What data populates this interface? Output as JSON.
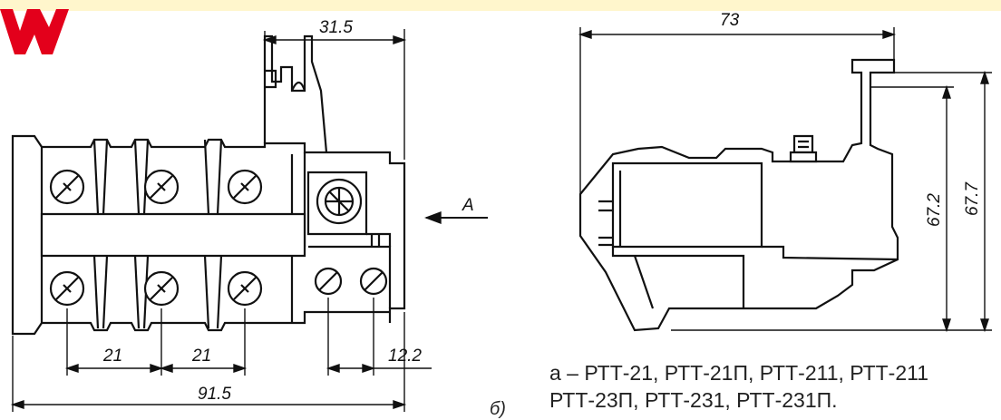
{
  "dimensions": {
    "top_width": "31.5",
    "pitch_1": "21",
    "pitch_2": "21",
    "terminal_offset": "12.2",
    "overall_width": "91.5",
    "side_width": "73",
    "height_inner": "67.2",
    "height_outer": "67.7"
  },
  "view_arrow_label": "A",
  "view_label": "б)",
  "caption": {
    "line1": "а – РТТ-21, РТТ-21П, РТТ-211, РТТ-211",
    "line2": "РТТ-23П, РТТ-231, РТТ-231П."
  },
  "colors": {
    "banner": "#fff6cc",
    "watermark": "#e3001b",
    "line": "#111111"
  }
}
